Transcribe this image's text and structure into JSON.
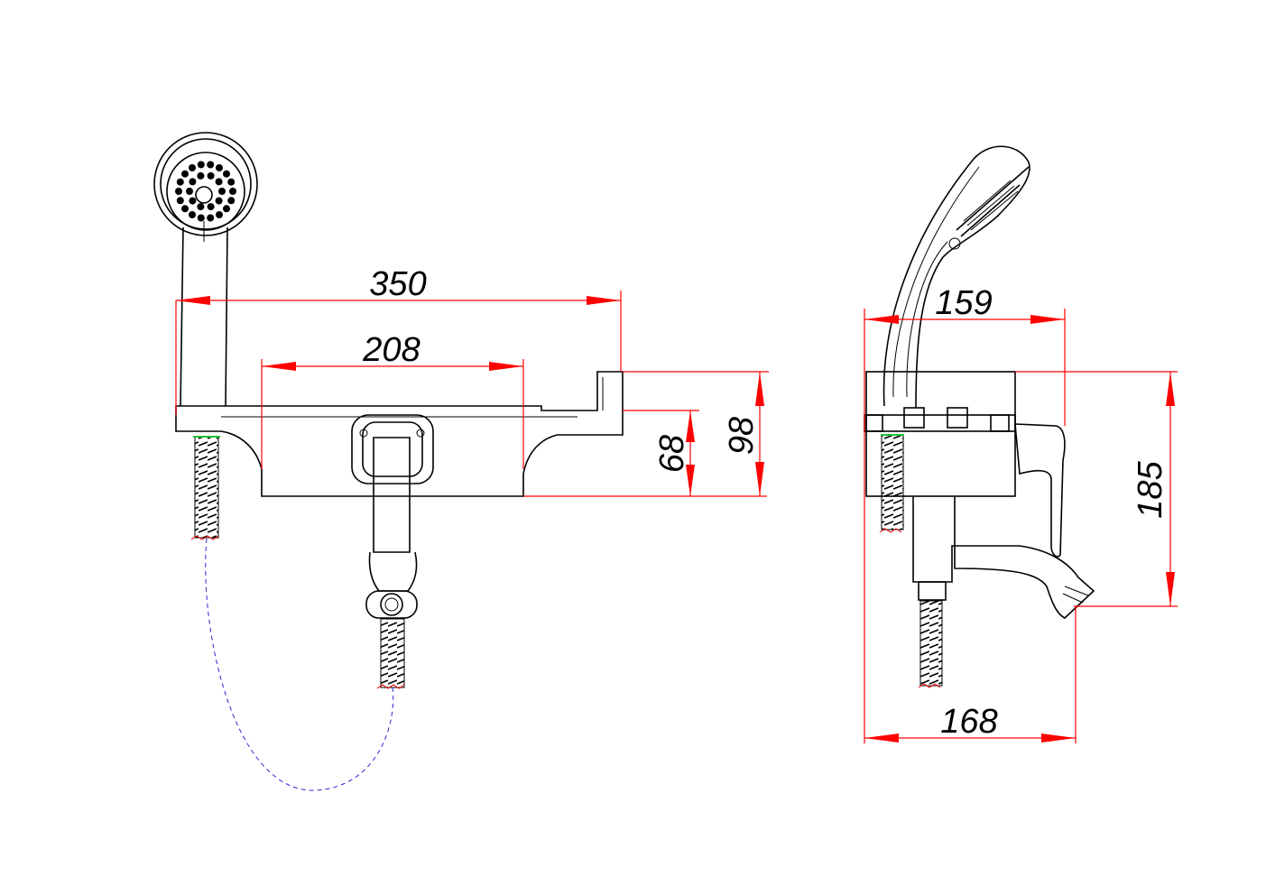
{
  "dimensions": {
    "front_overall_width": "350",
    "front_center_distance": "208",
    "front_body_height": "68",
    "front_total_height": "98",
    "side_depth_top": "159",
    "side_depth_bottom": "168",
    "side_height": "185"
  },
  "colors": {
    "dimension_lines": "#ff0000",
    "outline": "#000000",
    "hose_path": "#2a2ad4",
    "hose_connector": "#21c43a"
  }
}
